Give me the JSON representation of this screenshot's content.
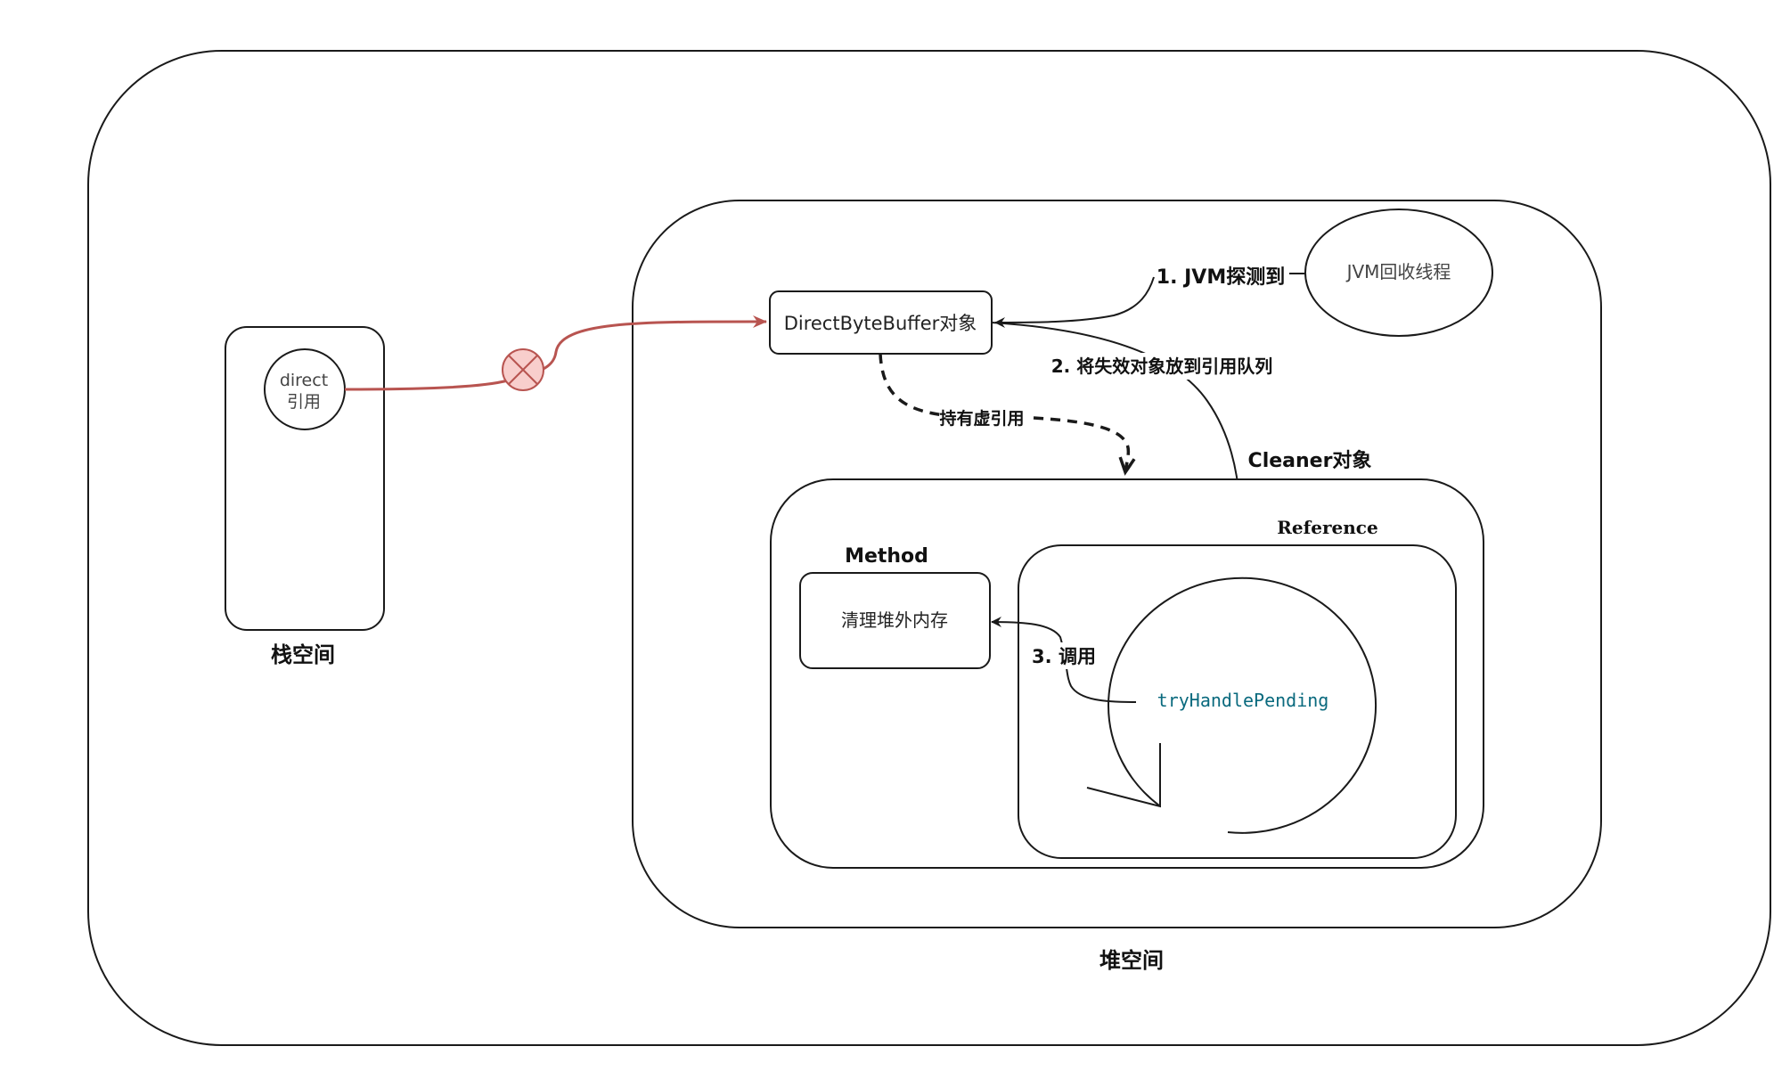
{
  "nodes": {
    "heap_space": "堆空间",
    "stack_space": "栈空间",
    "direct_ref_line1": "direct",
    "direct_ref_line2": "引用",
    "direct_byte_buffer": "DirectByteBuffer对象",
    "jvm_thread": "JVM回收线程",
    "cleaner_object": "Cleaner对象",
    "reference": "Reference",
    "method": "Method",
    "clean_offheap": "清理堆外内存",
    "try_handle_pending": "tryHandlePending"
  },
  "edges": {
    "jvm_detect": "1. JVM探测到",
    "put_to_queue": "2. 将失效对象放到引用队列",
    "holds_phantom_ref": "持有虚引用",
    "invoke": "3. 调用"
  },
  "colors": {
    "broken_reference": "#b85450",
    "broken_marker_fill": "#f8cecc",
    "code_text": "#0a6a7e"
  }
}
